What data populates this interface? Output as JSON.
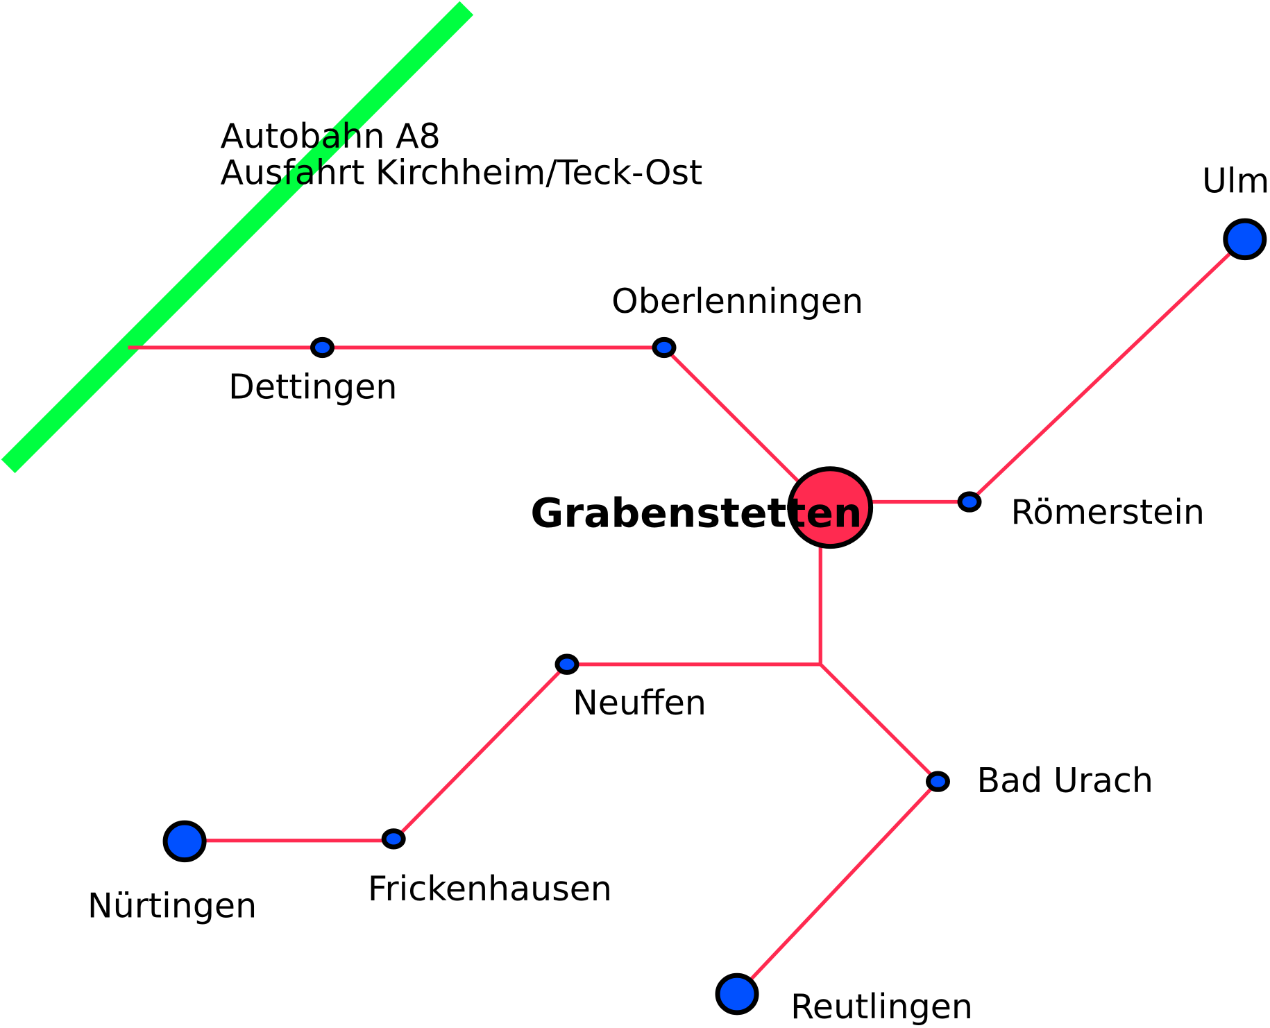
{
  "highway": {
    "line1": "Autobahn A8",
    "line2": "Ausfahrt Kirchheim/Teck-Ost",
    "color": "#00ff40"
  },
  "route_color": "#ff2a50",
  "node_color": "#0050ff",
  "towns": {
    "center": "Grabenstetten",
    "dettingen": "Dettingen",
    "oberlenningen": "Oberlenningen",
    "roemerstein": "Römerstein",
    "ulm": "Ulm",
    "neuffen": "Neuffen",
    "bad_urach": "Bad Urach",
    "nuertingen": "Nürtingen",
    "frickenhausen": "Frickenhausen",
    "reutlingen": "Reutlingen"
  }
}
